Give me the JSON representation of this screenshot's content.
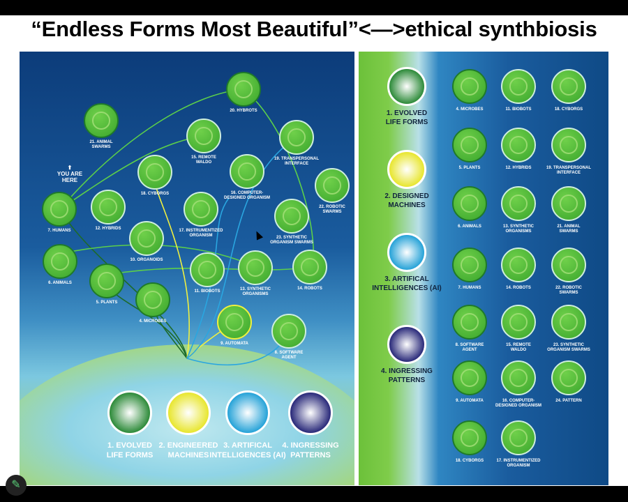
{
  "slide": {
    "title": "“Endless Forms Most Beautiful”<—>ethical synthbiosis"
  },
  "left_diagram": {
    "you_are_here": "YOU ARE HERE",
    "nodes": [
      {
        "label": "20. HYBROTS",
        "kind": "green"
      },
      {
        "label": "21. ANIMAL\nSWARMS",
        "kind": "green"
      },
      {
        "label": "15. REMOTE\nWALDO",
        "kind": "ring"
      },
      {
        "label": "19. TRANSPERSONAL\nINTERFACE",
        "kind": "ring"
      },
      {
        "label": "18. CYBORGS",
        "kind": "ring"
      },
      {
        "label": "16. COMPUTER-\nDESIGNED ORGANISM",
        "kind": "ring"
      },
      {
        "label": "22. ROBOTIC\nSWARMS",
        "kind": "ring"
      },
      {
        "label": "7. HUMANS",
        "kind": "green"
      },
      {
        "label": "12. HYBRIDS",
        "kind": "ring"
      },
      {
        "label": "17. INSTRUMENTIZED\nORGANISM",
        "kind": "ring"
      },
      {
        "label": "23. SYNTHETIC\nORGANISM SWARMS",
        "kind": "ring"
      },
      {
        "label": "10. ORGANOIDS",
        "kind": "ring"
      },
      {
        "label": "6. ANIMALS",
        "kind": "green"
      },
      {
        "label": "5. PLANTS",
        "kind": "green"
      },
      {
        "label": "11. BIOBOTS",
        "kind": "ring"
      },
      {
        "label": "13. SYNTHETIC\nORGANISMS",
        "kind": "ring"
      },
      {
        "label": "14. ROBOTS",
        "kind": "ring"
      },
      {
        "label": "4. MICROBES",
        "kind": "green"
      },
      {
        "label": "9. AUTOMATA",
        "kind": "yellow"
      },
      {
        "label": "8. SOFTWARE\nAGENT",
        "kind": "ring"
      }
    ],
    "categories": [
      {
        "label": "1. EVOLVED\nLIFE FORMS",
        "color": "#2e8b3a"
      },
      {
        "label": "2. ENGINEERED\nMACHINES",
        "color": "#e8e630"
      },
      {
        "label": "3. ARTIFICAL\nINTELLIGENCES (AI)",
        "color": "#27a3d8"
      },
      {
        "label": "4. INGRESSING\nPATTERNS",
        "color": "#2a2a7a"
      }
    ]
  },
  "right_diagram": {
    "categories": [
      {
        "label": "1. EVOLVED\nLIFE FORMS",
        "color": "#2e8b3a"
      },
      {
        "label": "2. DESIGNED\nMACHINES",
        "color": "#e8e630"
      },
      {
        "label": "3. ARTIFICAL\nINTELLIGENCES (AI)",
        "color": "#27a3d8"
      },
      {
        "label": "4. INGRESSING\nPATTERNS",
        "color": "#2a2a7a"
      }
    ],
    "grid": [
      "4. MICROBES",
      "11. BIOBOTS",
      "18. CYBORGS",
      "5. PLANTS",
      "12. HYBRIDS",
      "19. TRANSPERSONAL\nINTERFACE",
      "6. ANIMALS",
      "13. SYNTHETIC\nORGANISMS",
      "21. ANIMAL\nSWARMS",
      "7. HUMANS",
      "14. ROBOTS",
      "22. ROBOTIC\nSWARMS",
      "8. SOFTWARE\nAGENT",
      "15. REMOTE\nWALDO",
      "23. SYNTHETIC\nORGANISM SWARMS",
      "9. AUTOMATA",
      "16. COMPUTER-\nDESIGNED ORGANISM",
      "24. PATTERN",
      "18. CYBORGS",
      "17. INSTRUMENTIZED\nORGANISM"
    ]
  },
  "colors": {
    "node_green": "#3aa52c",
    "title": "#000000"
  }
}
